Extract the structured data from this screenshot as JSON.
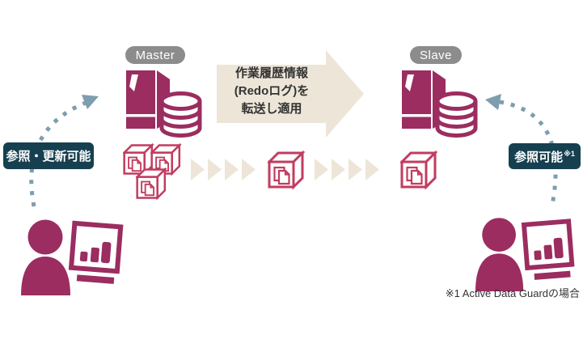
{
  "diagram": {
    "master_label": "Master",
    "slave_label": "Slave",
    "transfer_arrow": {
      "lines": [
        "作業履歴情報",
        "(Redoログ)を",
        "転送し適用"
      ]
    },
    "left_badge": "参照・更新可能",
    "right_badge": {
      "text": "参照可能",
      "sup": "※1"
    },
    "footnote": "※1 Active Data Guardの場合",
    "icons": {
      "server-database-icon": "tower server with stacked database cylinder",
      "data-cube-icon": "outlined cube containing document pages",
      "chevron-flow-icon": "row of 4 right-pointing beige triangles",
      "user-monitor-icon": "person silhouette beside bar-chart monitor",
      "dashed-arrow-icon": "curved dotted blue-gray arrow"
    }
  },
  "colors": {
    "maroon": "#9B2D60",
    "cube_red": "#C13C60",
    "beige": "#EDE6D8",
    "badge_teal": "#164050",
    "pill_gray": "#8C8C8C",
    "dotted_blue": "#7E9DAE",
    "text_dark": "#333333",
    "background": "#FFFFFF"
  }
}
